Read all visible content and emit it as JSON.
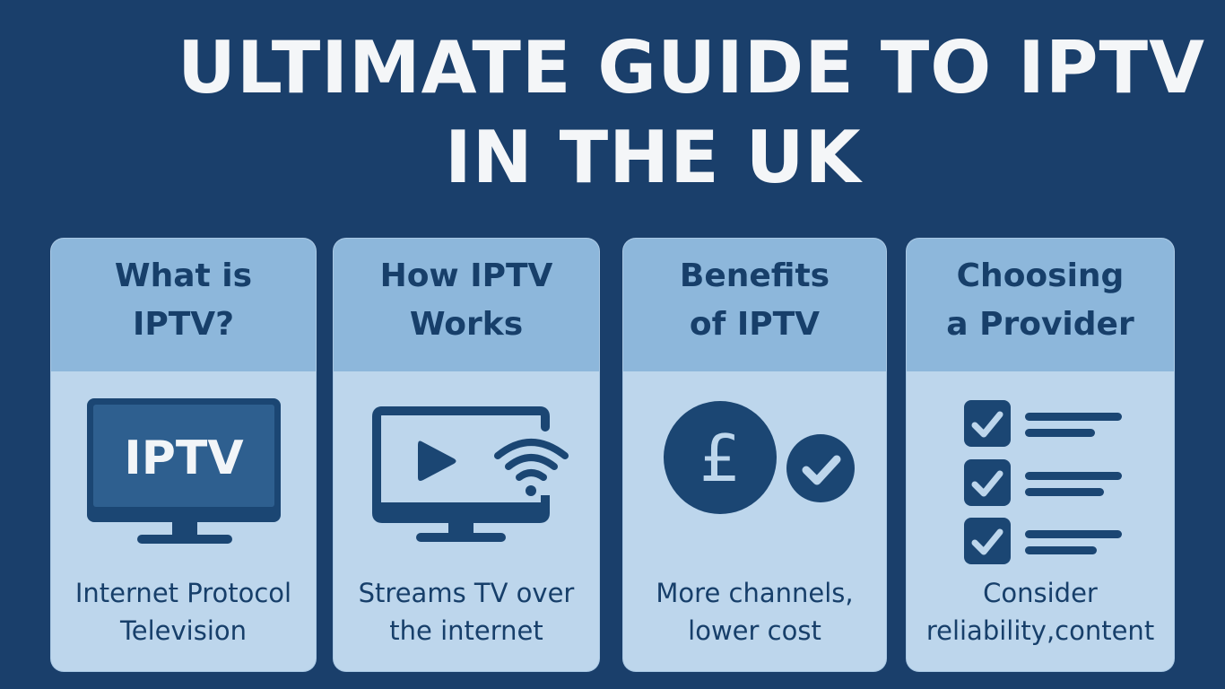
{
  "title": {
    "line1": "ULTIMATE GUIDE TO IPTV",
    "line2": "IN THE UK"
  },
  "colors": {
    "background": "#1a3f6b",
    "card_header": "#8db7db",
    "card_body": "#bdd6ec",
    "ink": "#173f6a",
    "tv_screen": "#2e5f8f",
    "title_text": "#f4f6f8"
  },
  "cards": [
    {
      "title_l1": "What is",
      "title_l2": "IPTV?",
      "icon": "tv-monitor-icon",
      "icon_text": "IPTV",
      "desc_l1": "Internet Protocol",
      "desc_l2": "Television"
    },
    {
      "title_l1": "How IPTV",
      "title_l2": "Works",
      "icon": "monitor-play-wifi-icon",
      "desc_l1": "Streams TV over",
      "desc_l2": "the internet"
    },
    {
      "title_l1": "Benefits",
      "title_l2": "of IPTV",
      "icon": "pound-coin-check-icon",
      "icon_text": "£",
      "desc_l1": "More channels,",
      "desc_l2": "lower cost"
    },
    {
      "title_l1": "Choosing",
      "title_l2": "a Provider",
      "icon": "checklist-icon",
      "desc_l1": "Consider",
      "desc_l2": "reliability,content"
    }
  ]
}
